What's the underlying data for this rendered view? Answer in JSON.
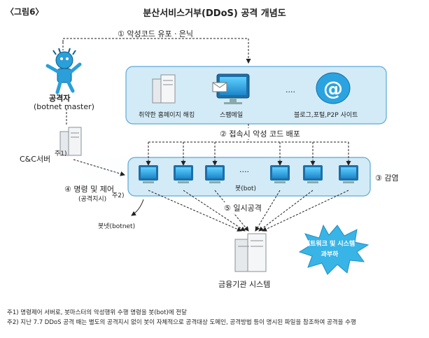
{
  "figure_label": "〈그림6〉",
  "title": "분산서비스거부(DDoS) 공격 개념도",
  "attacker_label": "공격자",
  "attacker_sub": "(botnet master)",
  "step1": "① 악성코드 유포ㆍ은닉",
  "site_hacked": "취약한 홈페이지 해킹",
  "site_spam": "스팸메일",
  "site_dots": "....",
  "site_blog": "블로그,포털,P2P 사이트",
  "step2": "② 접속시 악성 코드 배포",
  "cc_server": "C&C서버",
  "cc_note": "주1)",
  "step3": "③ 감염",
  "bot_dots": "....",
  "bot_label": "봇(bot)",
  "step4": "④ 명령 및 제어",
  "step4_sub": "(공격지시)",
  "step4_note": "주2)",
  "botnet_label": "봇넷(botnet)",
  "step5": "⑤ 일시공격",
  "overload_line1": "네트워크 및 시스템",
  "overload_line2": "과부하",
  "target_label": "금융기관 시스템",
  "footnote1": "주1) 명령제어 서버로, 봇마스터의 악성행위 수행 명령을 봇(bot)에 전달",
  "footnote2": "주2) 지난 7.7 DDoS 공격 때는 별도의 공격지시 없이 봇이 자체적으로 공격대상 도메인, 공격방법 등이 명시된 파일을 참조하여 공격을 수행",
  "colors": {
    "box": "#cfe8f5",
    "box_border": "#5aa9d8",
    "burst": "#39b4e6",
    "server": "#e9ecef"
  }
}
